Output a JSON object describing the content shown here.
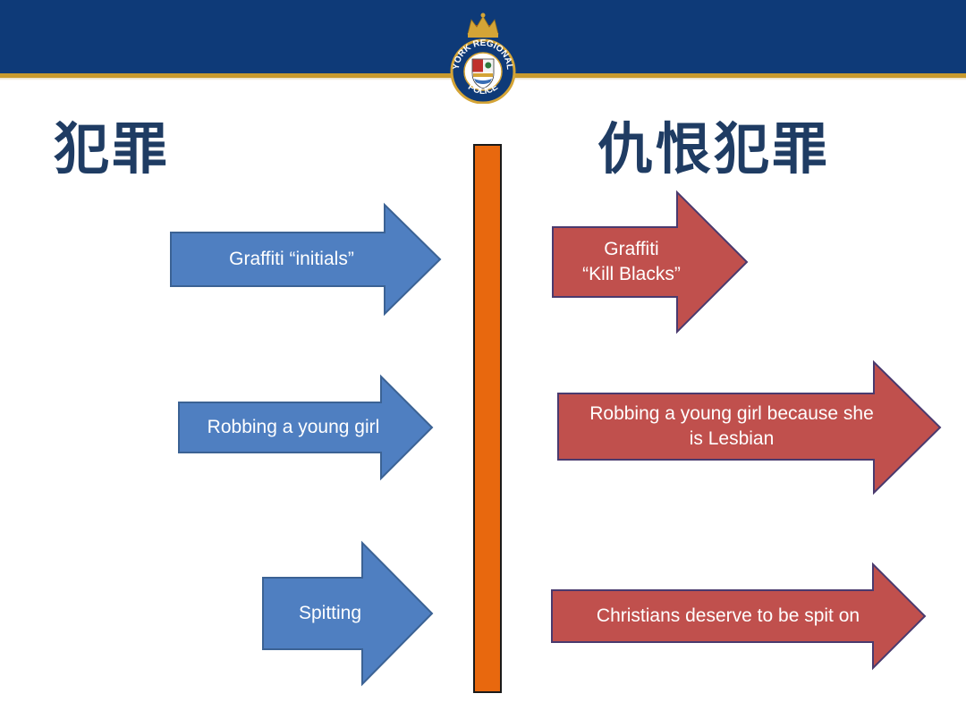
{
  "header": {
    "logo_text_top": "YORK REGIONAL",
    "logo_text_bottom": "POLICE"
  },
  "headings": {
    "left": "犯罪",
    "right": "仇恨犯罪"
  },
  "colors": {
    "header_blue": "#0e3a78",
    "header_gold": "#c89a2e",
    "heading_text": "#1f3c63",
    "divider_orange": "#e8680e",
    "crime_arrow_blue": "#4f7fc1",
    "hate_crime_arrow_red": "#c0504d"
  },
  "crime_arrows": [
    {
      "label": "Graffiti “initials”"
    },
    {
      "label": "Robbing a young girl"
    },
    {
      "label": "Spitting"
    }
  ],
  "hate_crime_arrows": [
    {
      "label": "Graffiti\n“Kill Blacks”"
    },
    {
      "label": "Robbing a young girl because she\nis Lesbian"
    },
    {
      "label": "Christians deserve to be spit on"
    }
  ]
}
